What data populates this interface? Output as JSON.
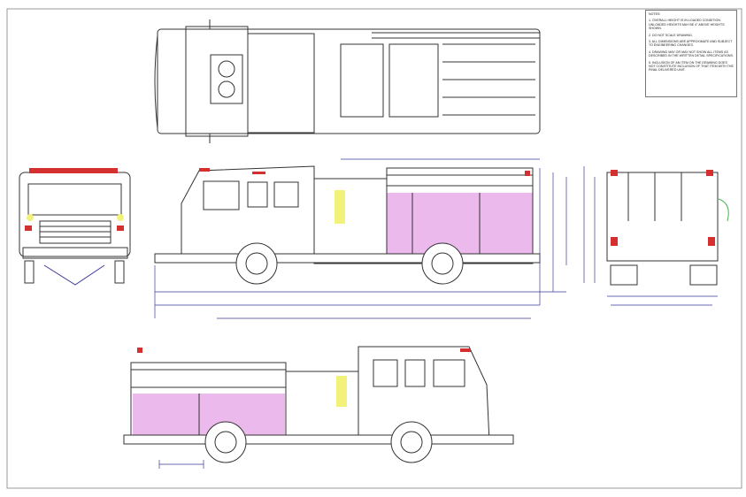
{
  "notes": {
    "title": "NOTES:",
    "items": [
      "1. OVERALL HEIGHT IS IN LOADED CONDITION. UNLOADED HEIGHTS MAY BE 4\" ABOVE HEIGHTS SHOWN.",
      "2. DO NOT SCALE DRAWING.",
      "3. ALL DIMENSIONS ARE APPROXIMATE AND SUBJECT TO ENGINEERING CHANGES.",
      "4. DRAWING MAY OR MAY NOT SHOW ALL ITEMS AS DESCRIBED IN THE WRITTEN DETAIL SPECIFICATIONS.",
      "5. INCLUSION OF AN ITEM ON THE DRAWING DOES NOT CONSTITUTE INCLUSION OF THAT ITEM WITH THE FINAL DELIVERED UNIT."
    ]
  },
  "colors": {
    "line": "#333333",
    "dimension": "#3a3a9a",
    "compartment": "#e6a8e6",
    "light_red": "#d43030",
    "light_yellow": "#f2f27a"
  },
  "views": [
    "top-view",
    "front-view",
    "driver-side-view",
    "rear-view",
    "officer-side-view"
  ]
}
